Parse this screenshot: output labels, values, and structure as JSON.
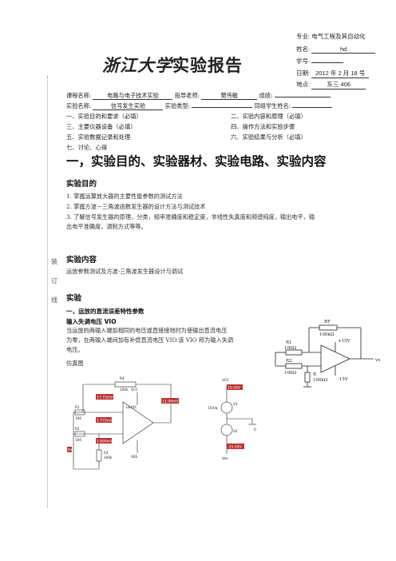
{
  "header_info": {
    "major_label": "专业:",
    "major_value": "电气工程及其自动化",
    "name_label": "姓名:",
    "name_value": "hd",
    "id_label": "学号:",
    "id_value": "",
    "date_label": "日期:",
    "date_value": "2012 年 2 月 18 号",
    "place_label": "地点:",
    "place_value": "东三 406"
  },
  "logo": {
    "calligraphy": "浙江大学",
    "text": "实验报告"
  },
  "course_row": {
    "course_label": "课程名称:",
    "course_value": "电路与电子技术实验",
    "teacher_label": "指导老师:",
    "teacher_value": "樊伟敏",
    "score_label": "成绩:",
    "score_value": ""
  },
  "exp_row": {
    "name_label": "实验名称:",
    "name_value": "信号发生实验",
    "type_label": "实验类型:",
    "type_value": "",
    "partner_label": "同组学生姓名:",
    "partner_value": ""
  },
  "requirements": [
    "一、实验目的和要求（必填）",
    "二、实验内容和原理（必填）",
    "三、主要仪器设备（必填）",
    "四、操作方法和实验步骤",
    "五、实验数据记录和处理",
    "六、实验结果与分析（必填）",
    "七、讨论、心得"
  ],
  "binding_chars": [
    "装",
    "订",
    "线"
  ],
  "section1_title": "一，实验目的、实验器材、实验电路、实验内容",
  "purpose": {
    "title": "实验目的",
    "items": [
      "1. 掌握运算放大器的主要性能参数的测试方法",
      "2. 掌握方波－三角波函数发生器的设计方法与测试技术",
      "3. 了解信号发生器的原理，分类，频率准确度和稳定度，非线性失真度和频谱纯度，输出电平，输",
      "出电平准确度，调制方式等等。"
    ]
  },
  "content": {
    "title": "实验内容",
    "text": "运放参数测试及方波-三角波发生器设计与调试"
  },
  "experiment": {
    "title": "实验",
    "subtitle": "一，运放的直流误差特性参数",
    "param_title": "输入失调电压 VIO",
    "desc_lines": [
      "当运放的两输入端加相同的电压或直接接地时为使输出直流电压",
      "为零，在两输入端间加有补偿直流电压 VIO.该 VIO 称为输入失调",
      "电压。"
    ],
    "sim_label": "仿真图"
  },
  "schematic": {
    "rf": "RF",
    "rf_val": "100kΩ",
    "r1": "R1",
    "r1_val": "100Ω",
    "r2": "R2",
    "r2_val": "100Ω",
    "r": "R",
    "r_val": "100kΩ",
    "vplus": "+15V",
    "vminus": "-15V",
    "vo": "vo"
  },
  "sim_circuit": {
    "labels": [
      "R4",
      "100k",
      "R1",
      "100",
      "R2",
      "100",
      "R3",
      "100k",
      "ua741",
      "VCC",
      "VEE",
      "15Vdc",
      "V1",
      "V2",
      "0",
      "VCC",
      "Vee"
    ],
    "readings": [
      "17.73mV",
      "1.772mV",
      "1.694mV",
      "11.99mV",
      "15.00V",
      "-15.00V",
      "0V"
    ]
  }
}
